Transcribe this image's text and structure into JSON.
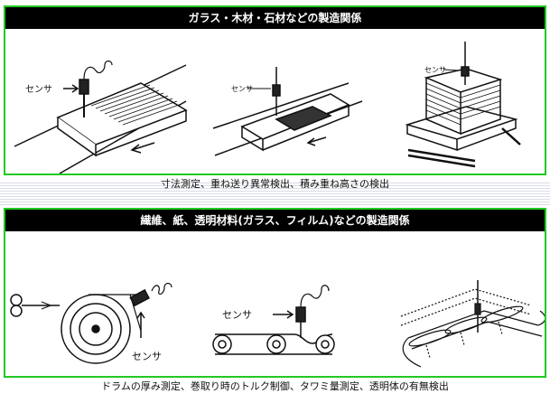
{
  "sections": [
    {
      "title": "ガラス・木材・石材などの製造関係",
      "caption": "寸法測定、重ね送り異常検出、積み重ね高さの検出",
      "sensor_labels": [
        "センサ",
        "センサ",
        "センサ"
      ]
    },
    {
      "title": "繊維、紙、透明材料(ガラス、フィルム)などの製造関係",
      "caption": "ドラムの厚み測定、巻取り時のトルク制御、タワミ量測定、透明体の有無検出",
      "sensor_labels": [
        "センサ",
        "センサ"
      ]
    }
  ],
  "colors": {
    "frame": "#22c922",
    "header_bg": "#000000",
    "header_text": "#ffffff"
  }
}
